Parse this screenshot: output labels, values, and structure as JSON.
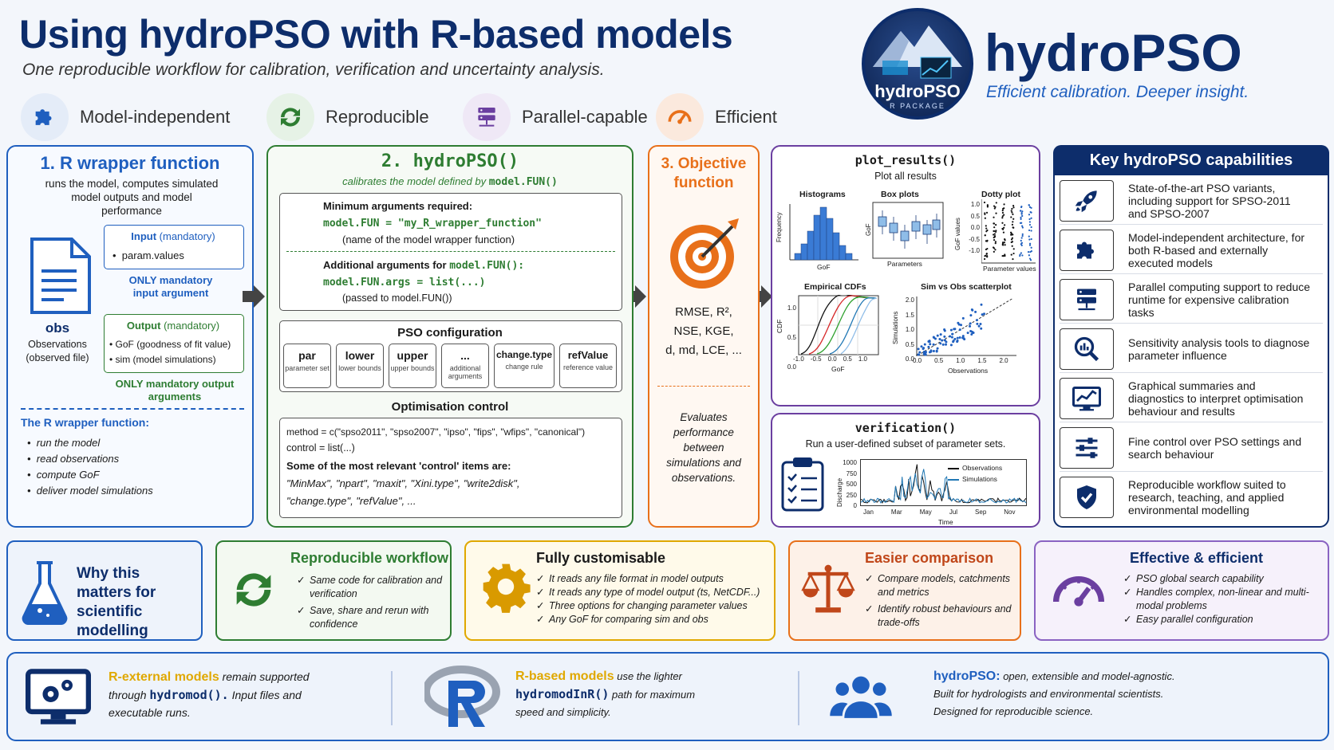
{
  "header": {
    "title": "Using hydroPSO with R-based models",
    "subtitle": "One reproducible workflow for calibration, verification and uncertainty analysis.",
    "brand": "hydroPSO",
    "tagline": "Efficient calibration. Deeper insight.",
    "logo_text": "hydroPSO",
    "logo_sub": "R PACKAGE"
  },
  "features": [
    {
      "label": "Model-independent",
      "icon": "puzzle-icon"
    },
    {
      "label": "Reproducible",
      "icon": "refresh-icon"
    },
    {
      "label": "Parallel-capable",
      "icon": "server-icon"
    },
    {
      "label": "Efficient",
      "icon": "gauge-icon"
    }
  ],
  "wrapper": {
    "title": "1. R wrapper function",
    "desc": "runs the model, computes simulated model outputs and model performance",
    "input_title": "Input",
    "input_mand": "(mandatory)",
    "input_item": "param.values",
    "input_note": "ONLY mandatory input argument",
    "obs_label": "obs",
    "obs_desc": "Observations (observed file)",
    "output_title": "Output",
    "output_mand": "(mandatory)",
    "output_items": [
      "GoF (goodness of fit value)",
      "sim (model simulations)"
    ],
    "output_note": "ONLY mandatory output arguments",
    "fn_title": "The R wrapper function:",
    "fn_items": [
      "run the model",
      "read observations",
      "compute GoF",
      "deliver model simulations"
    ]
  },
  "hydro": {
    "title": "2. hydroPSO()",
    "subtitle_pre": "calibrates the model defined by",
    "subtitle_code": "model.FUN()",
    "min_title": "Minimum arguments required:",
    "min_code": "model.FUN = \"my_R_wrapper_function\"",
    "min_note": "(name of the model wrapper function)",
    "add_title_pre": "Additional arguments for",
    "add_title_code": "model.FUN():",
    "add_code": "model.FUN.args = list(...)",
    "add_note": "(passed to model.FUN())",
    "pso_title": "PSO configuration",
    "pso_items": [
      {
        "t": "par",
        "s": "parameter set"
      },
      {
        "t": "lower",
        "s": "lower bounds"
      },
      {
        "t": "upper",
        "s": "upper bounds"
      },
      {
        "t": "...",
        "s": "additional arguments"
      },
      {
        "t": "change.type",
        "s": "change rule"
      },
      {
        "t": "refValue",
        "s": "reference value"
      }
    ],
    "opt_title": "Optimisation control",
    "opt_line1": "method = c(\"spso2011\", \"spso2007\", \"ipso\", \"fips\", \"wfips\", \"canonical\")",
    "opt_line2": "control = list(...)",
    "opt_note": "Some of the most relevant 'control' items are:",
    "opt_items1": "\"MinMax\", \"npart\", \"maxit\", \"Xini.type\", \"write2disk\",",
    "opt_items2": "\"change.type\", \"refValue\", ..."
  },
  "objective": {
    "title": "3. Objective function",
    "metrics1": "RMSE, R²,",
    "metrics2": "NSE, KGE,",
    "metrics3": "d, md, LCE, ...",
    "desc": "Evaluates performance between simulations and observations."
  },
  "plots": {
    "fn": "plot_results()",
    "sub": "Plot all results",
    "histogram": "Histograms",
    "boxplots": "Box plots",
    "dotty": "Dotty plot",
    "freq": "Frequency",
    "gof": "GoF",
    "parameters": "Parameters",
    "gof_values": "GoF values",
    "param_values": "Parameter values",
    "ecdf": "Empirical CDFs",
    "cdf": "CDF",
    "scatter": "Sim vs Obs scatterplot",
    "simulations": "Simulations",
    "observations": "Observations",
    "dotty_ticks": [
      "1.0",
      "0.5",
      "0.0",
      "-0.5",
      "-1.0"
    ],
    "cdf_yticks": [
      "1.0",
      "0.5",
      "0.0"
    ],
    "cdf_xticks": [
      "-1.0",
      "-0.5",
      "0.0",
      "0.5",
      "1.0"
    ],
    "sc_yticks": [
      "2.0",
      "1.5",
      "1.0",
      "0.5",
      "0.0"
    ],
    "sc_xticks": [
      "0.0",
      "0.5",
      "1.0",
      "1.5",
      "2.0"
    ]
  },
  "verification": {
    "fn": "verification()",
    "sub": "Run a user-defined subset of parameter sets.",
    "ylabel": "Discharge",
    "xlabel": "Time",
    "legend_obs": "Observations",
    "legend_sim": "Simulations",
    "yticks": [
      "1000",
      "750",
      "500",
      "250",
      "0"
    ],
    "months": [
      "Jan",
      "Mar",
      "May",
      "Jul",
      "Sep",
      "Nov"
    ]
  },
  "capabilities": {
    "title": "Key hydroPSO capabilities",
    "items": [
      {
        "text": "State-of-the-art PSO variants, including support for SPSO-2011 and SPSO-2007",
        "icon": "rocket-icon"
      },
      {
        "text": "Model-independent architecture, for both R-based and externally executed models",
        "icon": "puzzle-icon"
      },
      {
        "text": "Parallel computing support to reduce runtime for expensive calibration tasks",
        "icon": "server-icon"
      },
      {
        "text": "Sensitivity analysis tools to diagnose parameter influence",
        "icon": "magnifier-chart-icon"
      },
      {
        "text": "Graphical summaries and diagnostics to interpret optimisation behaviour and results",
        "icon": "monitor-chart-icon"
      },
      {
        "text": "Fine control over PSO settings and search behaviour",
        "icon": "sliders-icon"
      },
      {
        "text": "Reproducible workflow suited to research, teaching, and applied environmental modelling",
        "icon": "shield-check-icon"
      }
    ]
  },
  "cards": {
    "why": "Why this matters for scientific modelling",
    "repro_title": "Reproducible workflow",
    "repro_items": [
      "Same code for calibration and verification",
      "Save, share and rerun with confidence"
    ],
    "custom_title": "Fully customisable",
    "custom_items": [
      "It reads any file format in model outputs",
      "It reads any type of model output (ts, NetCDF...)",
      "Three options for changing parameter values",
      "Any GoF for comparing sim and obs"
    ],
    "compare_title": "Easier comparison",
    "compare_items": [
      "Compare models, catchments and metrics",
      "Identify robust behaviours and trade-offs"
    ],
    "eff_title": "Effective & efficient",
    "eff_items": [
      "PSO global search capability",
      "Handles complex, non-linear and multi-modal problems",
      "Easy parallel configuration"
    ]
  },
  "footer": {
    "ext_hl": "R-external models",
    "ext_t1": "remain supported",
    "ext_t2": "through",
    "ext_code": "hydromod().",
    "ext_t3": "Input files and",
    "ext_t4": "executable runs.",
    "rb_hl": "R-based models",
    "rb_t1": "use the lighter",
    "rb_code": "hydromodInR()",
    "rb_t2": "path for maximum",
    "rb_t3": "speed and simplicity.",
    "hp_hl": "hydroPSO:",
    "hp_t1": "open, extensible and model-agnostic.",
    "hp_t2": "Built for hydrologists and environmental scientists.",
    "hp_t3": "Designed for reproducible science."
  },
  "colors": {
    "navy": "#0d2d6b",
    "blue": "#1f5fbf",
    "green": "#2e7d32",
    "orange": "#e8701a",
    "purple": "#6b3fa0",
    "yellow": "#c98a00",
    "red": "#c0471a"
  }
}
